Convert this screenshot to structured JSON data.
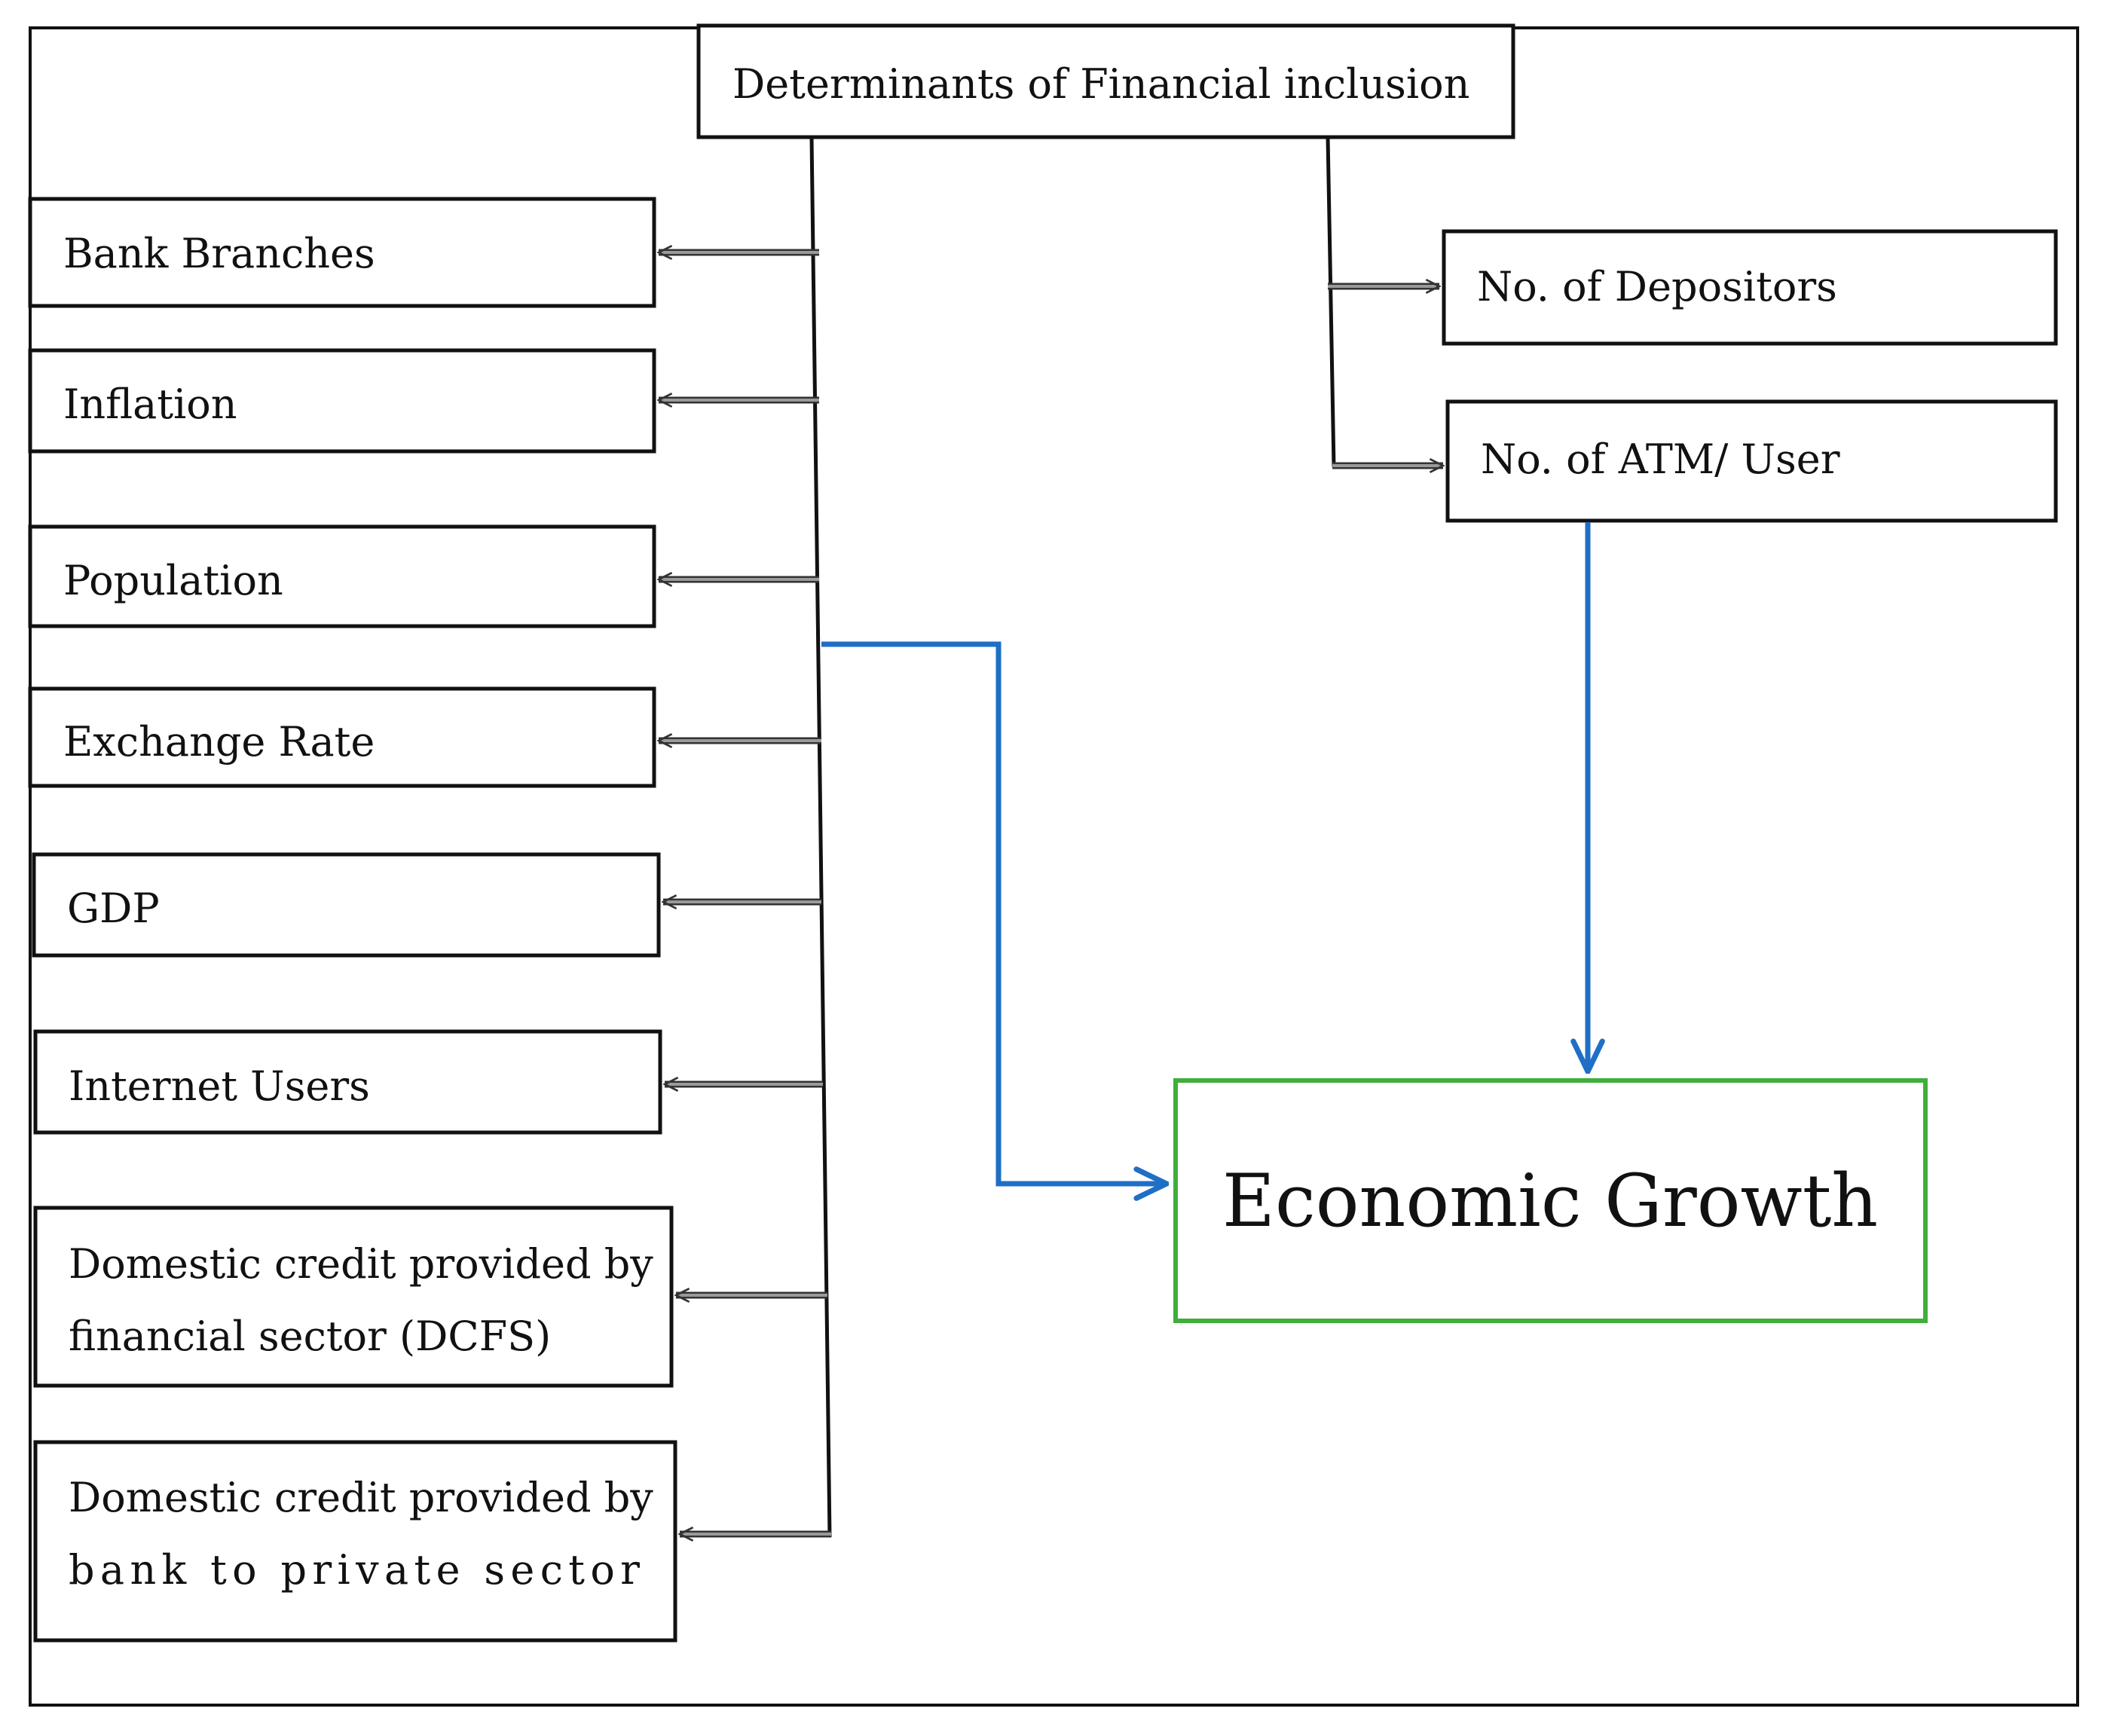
{
  "root": {
    "label": "Determinants of Financial inclusion"
  },
  "left_determinants": [
    {
      "lines": [
        "Bank Branches"
      ]
    },
    {
      "lines": [
        "Inflation"
      ]
    },
    {
      "lines": [
        "Population"
      ]
    },
    {
      "lines": [
        "Exchange Rate"
      ]
    },
    {
      "lines": [
        "GDP"
      ]
    },
    {
      "lines": [
        "Internet Users"
      ]
    },
    {
      "lines": [
        "Domestic credit provided by",
        "financial sector (DCFS)"
      ]
    },
    {
      "lines": [
        "Domestic credit provided by",
        "bank to private sector"
      ]
    }
  ],
  "right_determinants": [
    {
      "lines": [
        "No. of Depositors"
      ]
    },
    {
      "lines": [
        "No. of ATM/ User"
      ]
    }
  ],
  "outcome": {
    "label": "Economic Growth"
  },
  "colors": {
    "box_border": "#111111",
    "connector_outline": "#333333",
    "connector_fill": "#9a9a9a",
    "flow_arrow": "#1f6fc5",
    "outcome_border": "#3fae3a"
  }
}
